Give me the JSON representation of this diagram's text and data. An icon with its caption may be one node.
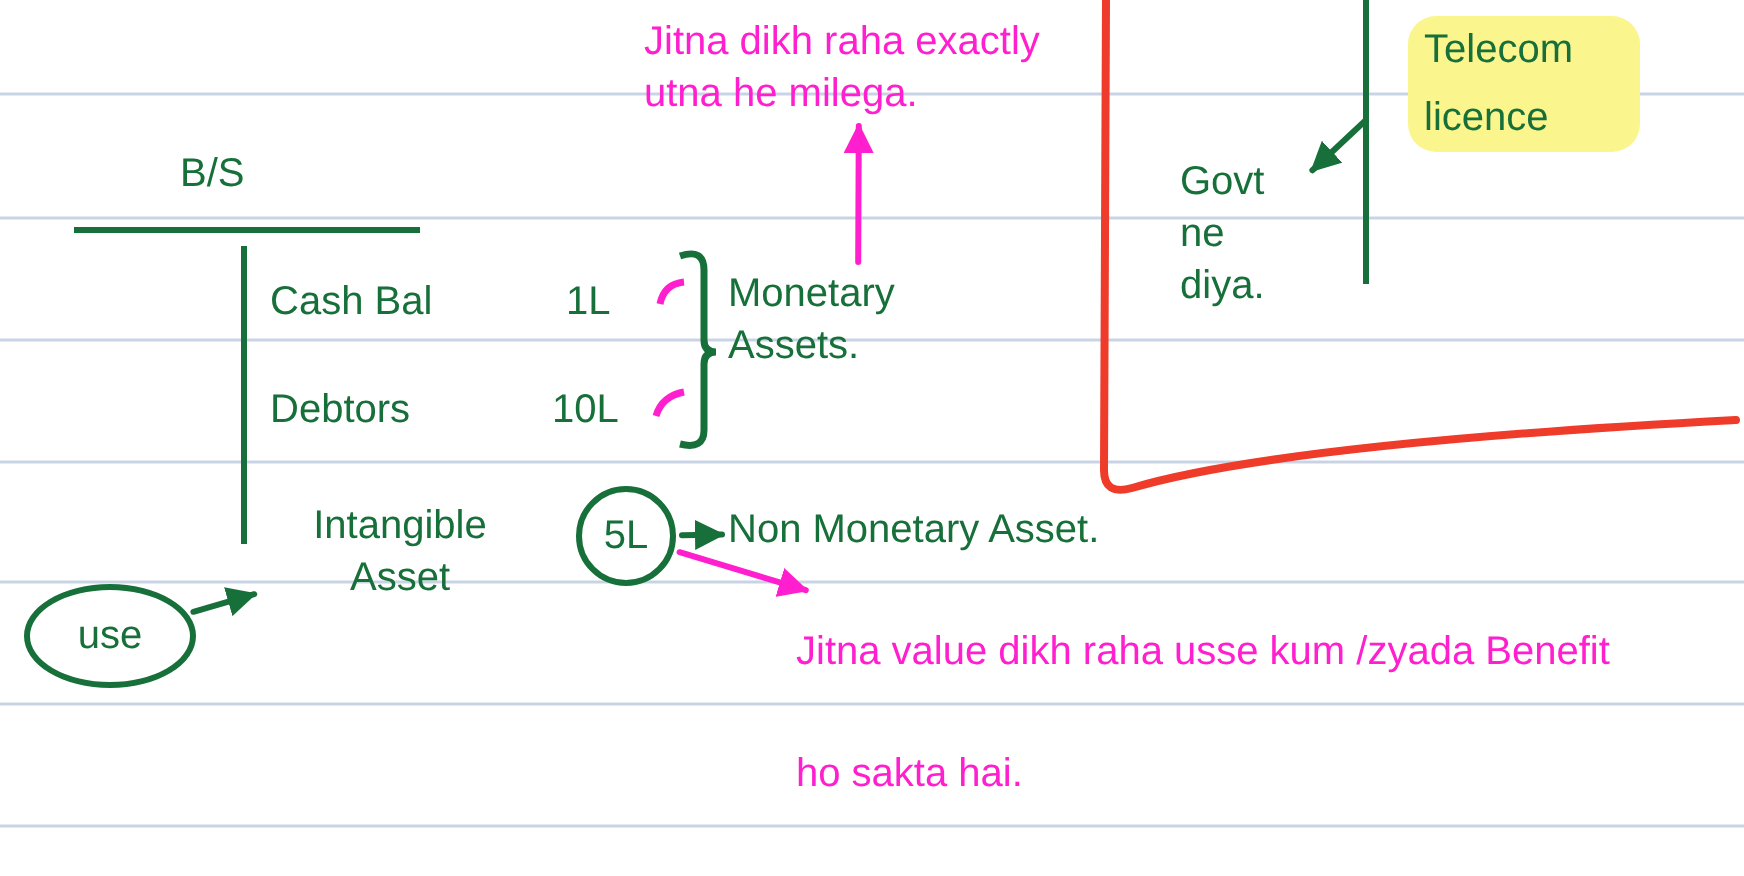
{
  "diagram": {
    "nodes": [
      {
        "text": [
          "Jitna dikh raha exactly utna he milega."
        ]
      },
      {
        "text": [
          "Telecom licence"
        ]
      },
      {
        "text": [
          "Govt ne diya."
        ]
      },
      {
        "text": [
          "Monetary Assets."
        ]
      },
      {
        "text": [
          "Intangible Asset"
        ]
      },
      {
        "text": [
          "5L"
        ]
      },
      {
        "text": [
          "Non Monetary Asset."
        ]
      },
      {
        "text": [
          "use"
        ]
      },
      {
        "text": [
          "Jitna value dikh raha usse kum /zyada Benefit ho sakta hai."
        ]
      }
    ],
    "edges": [
      {
        "from": 3,
        "to": 0,
        "arrow": "to",
        "color": "#ff1fce"
      },
      {
        "from": null,
        "to": 2,
        "arrow": "to"
      },
      {
        "from": 5,
        "to": 6,
        "arrow": "to"
      },
      {
        "from": 7,
        "to": 4,
        "arrow": "to"
      },
      {
        "from": 5,
        "to": 8,
        "arrow": "to",
        "color": "#ff1fce"
      }
    ],
    "labels": [
      "B/S",
      "Cash Bal",
      "1L",
      "Debtors",
      "10L"
    ]
  }
}
